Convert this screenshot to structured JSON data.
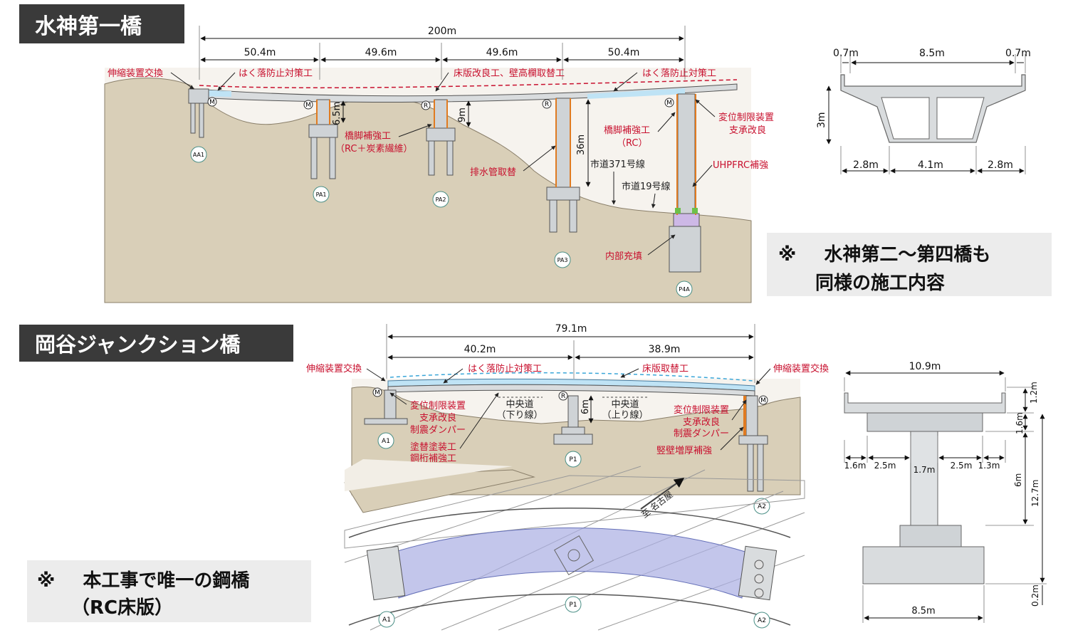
{
  "section1": {
    "title": "水神第一橋",
    "total_length": "200m",
    "spans": [
      "50.4m",
      "49.6m",
      "49.6m",
      "50.4m"
    ],
    "labels": {
      "expansion_joint": "伸縮装置交換",
      "fall_prevention_1": "はく落防止対策工",
      "deck_improvement": "床版改良工、壁高欄取替工",
      "fall_prevention_2": "はく落防止対策工",
      "pier_reinforce_1": "橋脚補強工",
      "pier_reinforce_1_sub": "（RC＋炭素繊維）",
      "drain_pipe": "排水管取替",
      "pier_reinforce_2": "橋脚補強工",
      "pier_reinforce_2_sub": "（RC）",
      "displacement_1": "変位制限装置",
      "displacement_2": "支承改良",
      "uhpfrc": "UHPFRC補強",
      "inner_fill": "内部充填",
      "road_371": "市道371号線",
      "road_19": "市道19号線"
    },
    "dims": {
      "h1": "6.5m",
      "h2": "9m",
      "h3": "36m"
    },
    "bearings": {
      "m": "M",
      "r": "R"
    },
    "supports": [
      "AA1",
      "PA1",
      "PA2",
      "PA3",
      "P4A"
    ],
    "cross_section": {
      "top": [
        "0.7m",
        "8.5m",
        "0.7m"
      ],
      "height": "3m",
      "bottom": [
        "2.8m",
        "4.1m",
        "2.8m"
      ]
    },
    "note": {
      "mark": "※",
      "line1": "水神第二～第四橋も",
      "line2": "同様の施工内容"
    }
  },
  "section2": {
    "title": "岡谷ジャンクション橋",
    "total_length": "79.1m",
    "spans": [
      "40.2m",
      "38.9m"
    ],
    "labels": {
      "expansion_left": "伸縮装置交換",
      "fall_prevention": "はく落防止対策工",
      "deck_replace": "床版取替工",
      "expansion_right": "伸縮装置交換",
      "left_1": "変位制限装置",
      "left_2": "支承改良",
      "left_3": "制震ダンパー",
      "left_4": "塗替塗装工",
      "left_5": "鋼桁補強工",
      "center_down_1": "中央道",
      "center_down_2": "（下り線）",
      "center_up_1": "中央道",
      "center_up_2": "（上り線）",
      "right_1": "変位制限装置",
      "right_2": "支承改良",
      "right_3": "制震ダンパー",
      "right_4": "竪壁増厚補強",
      "to_nagoya": "至 名古屋"
    },
    "dims": {
      "h": "6m"
    },
    "bearings": {
      "m": "M",
      "r": "R"
    },
    "supports": [
      "A1",
      "P1",
      "A2"
    ],
    "plan_supports": [
      "A1",
      "P1",
      "A2"
    ],
    "cross_section": {
      "top": "10.9m",
      "right": [
        "1.2m",
        "1.6m",
        "6m",
        "12.7m",
        "0.2m"
      ],
      "mid": [
        "1.6m",
        "2.5m",
        "1.7m",
        "2.5m",
        "1.3m"
      ],
      "bottom": "8.5m"
    },
    "note": {
      "mark": "※",
      "line1": "本工事で唯一の鋼橋",
      "line2": "（RC床版）"
    }
  },
  "colors": {
    "banner_bg": "#3a3a3a",
    "annotation_red": "#c8102e",
    "deck_gray": "#d9dcde",
    "ground_tan": "#d9cfb8",
    "repair_blue": "#bfe3f5",
    "plan_purple": "#a9aee3",
    "note_bg": "#ececec"
  }
}
